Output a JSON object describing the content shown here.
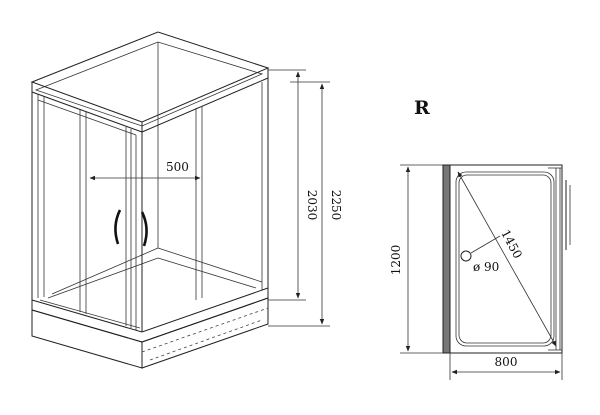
{
  "perspective": {
    "width_label": "500",
    "height_inner_label": "2030",
    "height_total_label": "2250"
  },
  "plan": {
    "side_label": "R",
    "depth_label": "1200",
    "width_label": "800",
    "diagonal_label": "1450",
    "drain_label": "ø 90"
  }
}
